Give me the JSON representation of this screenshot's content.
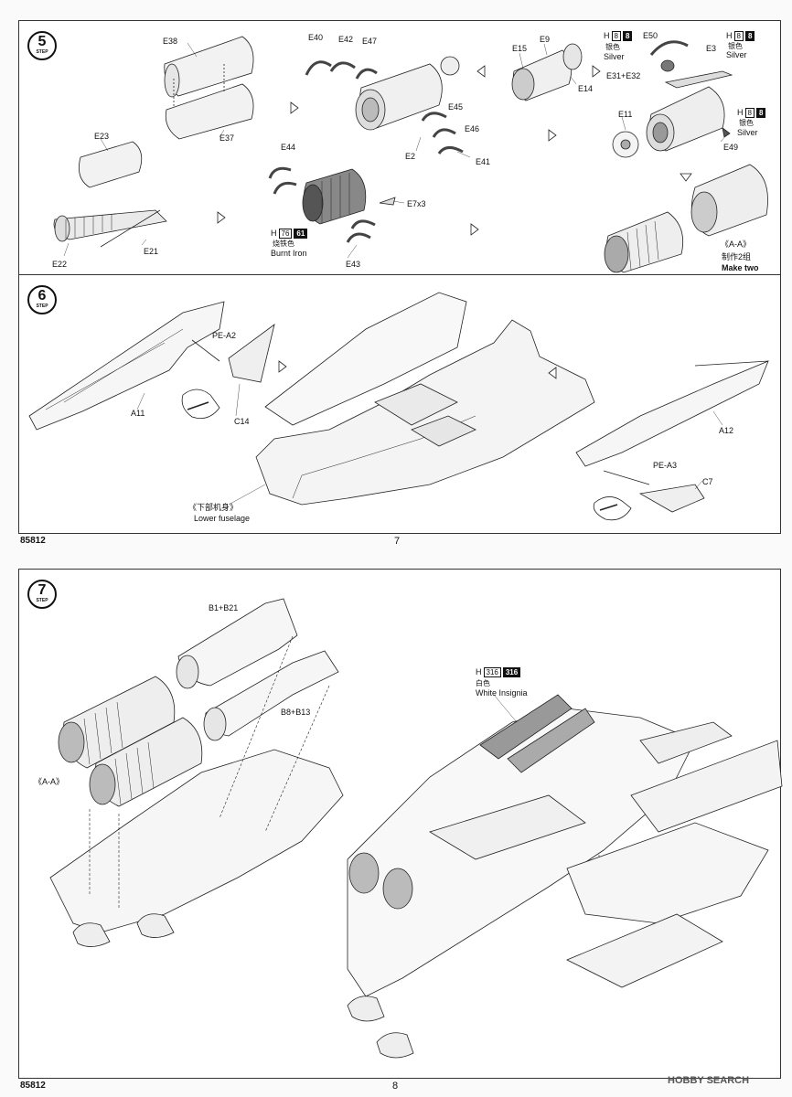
{
  "kit_number": "85812",
  "watermark": "HOBBY SEARCH",
  "page_top": {
    "page_number": "7",
    "step5": {
      "number": "5",
      "step_label": "STEP",
      "parts": [
        "E38",
        "E37",
        "E23",
        "E21",
        "E22",
        "E40",
        "E42",
        "E47",
        "E45",
        "E46",
        "E2",
        "E41",
        "E44",
        "E7x3",
        "E43",
        "E15",
        "E9",
        "E14",
        "E50",
        "E31+E32",
        "E3",
        "E11",
        "E49"
      ],
      "paint_burnt_iron": {
        "letter": "H",
        "code1": "76",
        "code2": "61",
        "name_cn": "烧铁色",
        "name_en": "Burnt Iron"
      },
      "paint_silver_a": {
        "letter": "H",
        "code1": "8",
        "code2": "8",
        "name_cn": "银色",
        "name_en": "Silver"
      },
      "paint_silver_b": {
        "letter": "H",
        "code1": "8",
        "code2": "8",
        "name_cn": "银色",
        "name_en": "Silver"
      },
      "paint_silver_c": {
        "letter": "H",
        "code1": "8",
        "code2": "8",
        "name_cn": "银色",
        "name_en": "Silver"
      },
      "subassembly": "《A-A》",
      "make_cn": "制作2组",
      "make_en": "Make two"
    },
    "step6": {
      "number": "6",
      "step_label": "STEP",
      "parts": [
        "PE-A2",
        "A11",
        "C14",
        "A12",
        "PE-A3",
        "C7"
      ],
      "lower_fuselage_cn": "《下部机身》",
      "lower_fuselage_en": "Lower fuselage"
    }
  },
  "page_bottom": {
    "page_number": "8",
    "step7": {
      "number": "7",
      "step_label": "STEP",
      "parts": [
        "B1+B21",
        "B8+B13"
      ],
      "subassembly": "《A-A》",
      "paint": {
        "letter": "H",
        "code1": "316",
        "code2": "316",
        "name_cn": "白色",
        "name_en": "White Insignia"
      }
    }
  }
}
